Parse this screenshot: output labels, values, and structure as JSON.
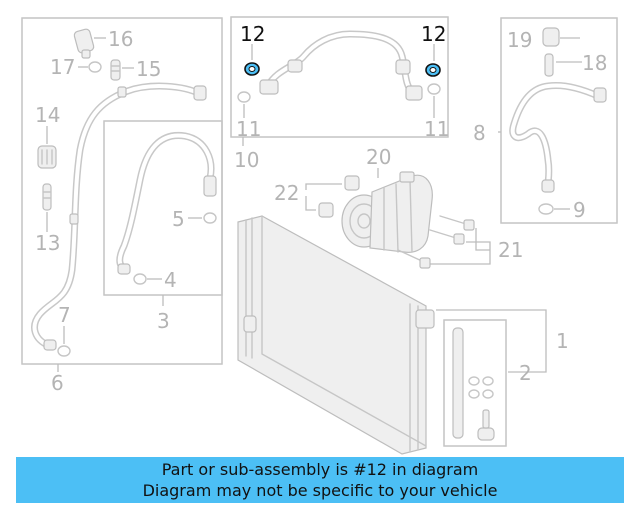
{
  "diagram": {
    "labels": {
      "l1": "1",
      "l2": "2",
      "l3": "3",
      "l4": "4",
      "l5": "5",
      "l6": "6",
      "l7": "7",
      "l8": "8",
      "l9": "9",
      "l10": "10",
      "l11a": "11",
      "l11b": "11",
      "l12a": "12",
      "l12b": "12",
      "l13": "13",
      "l14": "14",
      "l15": "15",
      "l16": "16",
      "l17": "17",
      "l18": "18",
      "l19": "19",
      "l20": "20",
      "l21": "21",
      "l22": "22"
    },
    "highlight_color": "#4cbff5"
  },
  "banner": {
    "line1": "Part or sub-assembly is #12 in diagram",
    "line2": "Diagram may not be specific to your vehicle",
    "color": "#4cbff5"
  }
}
